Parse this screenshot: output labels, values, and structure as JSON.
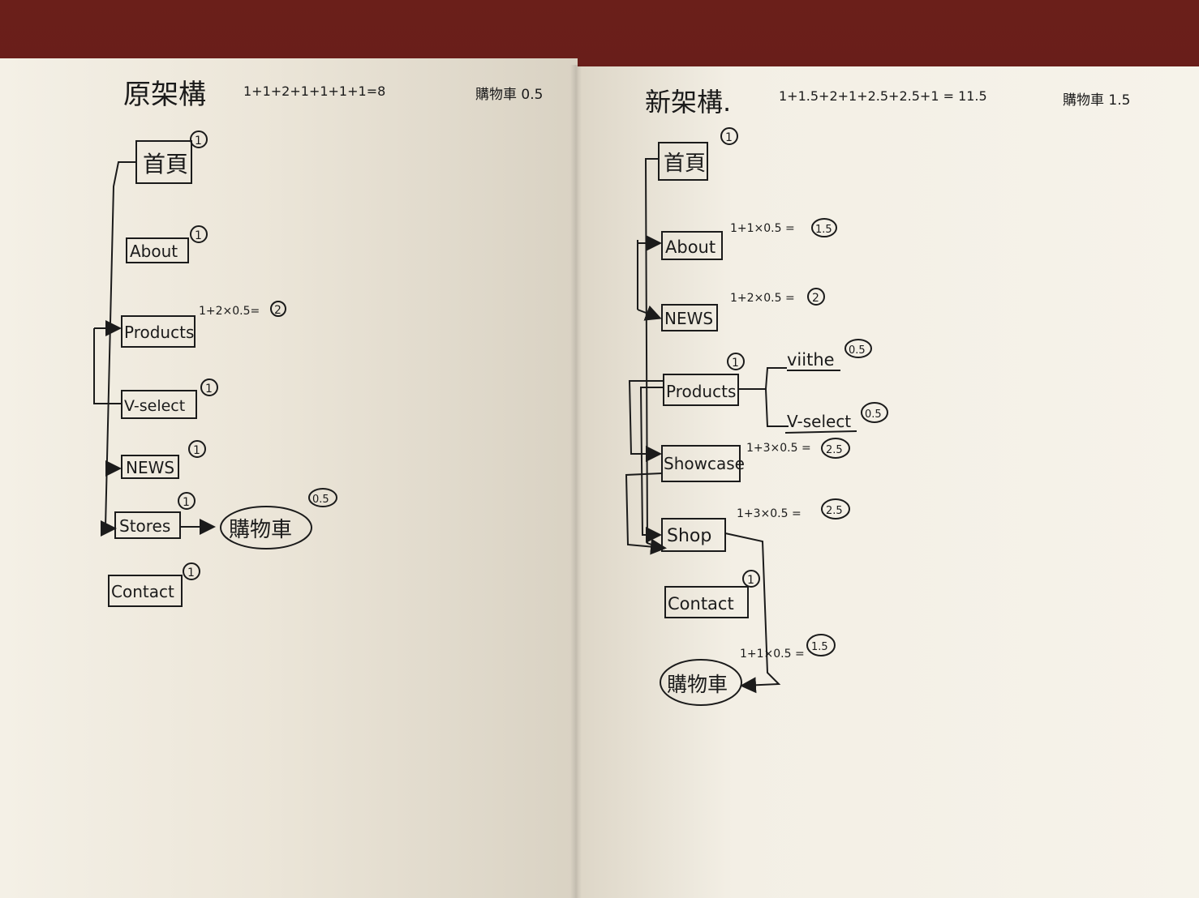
{
  "left": {
    "title": "原架構",
    "formula": "1+1+2+1+1+1+1=8",
    "cart_note": "購物車 0.5",
    "nodes": [
      {
        "label": "首頁",
        "score": "1"
      },
      {
        "label": "About",
        "score": "1"
      },
      {
        "label": "Products",
        "score": "",
        "calc": "1+2×0.5=",
        "result": "2"
      },
      {
        "label": "V-select",
        "score": "1"
      },
      {
        "label": "NEWS",
        "score": "1"
      },
      {
        "label": "Stores",
        "score": "1"
      },
      {
        "label": "購物車",
        "score": "0.5"
      },
      {
        "label": "Contact",
        "score": "1"
      }
    ]
  },
  "right": {
    "title": "新架構.",
    "formula": "1+1.5+2+1+2.5+2.5+1 = 11.5",
    "cart_note": "購物車 1.5",
    "nodes": [
      {
        "label": "首頁",
        "score": "1"
      },
      {
        "label": "About",
        "calc": "1+1×0.5 =",
        "result": "1.5"
      },
      {
        "label": "NEWS",
        "calc": "1+2×0.5 =",
        "result": "2"
      },
      {
        "label": "Products",
        "score": "1"
      },
      {
        "label": "viithe",
        "score": "0.5"
      },
      {
        "label": "V-select",
        "score": "0.5"
      },
      {
        "label": "Showcase",
        "calc": "1+3×0.5 =",
        "result": "2.5"
      },
      {
        "label": "Shop",
        "calc": "1+3×0.5 =",
        "result": "2.5"
      },
      {
        "label": "Contact",
        "score": "1"
      },
      {
        "label": "購物車",
        "calc": "1+1×0.5 =",
        "result": "1.5"
      }
    ]
  }
}
